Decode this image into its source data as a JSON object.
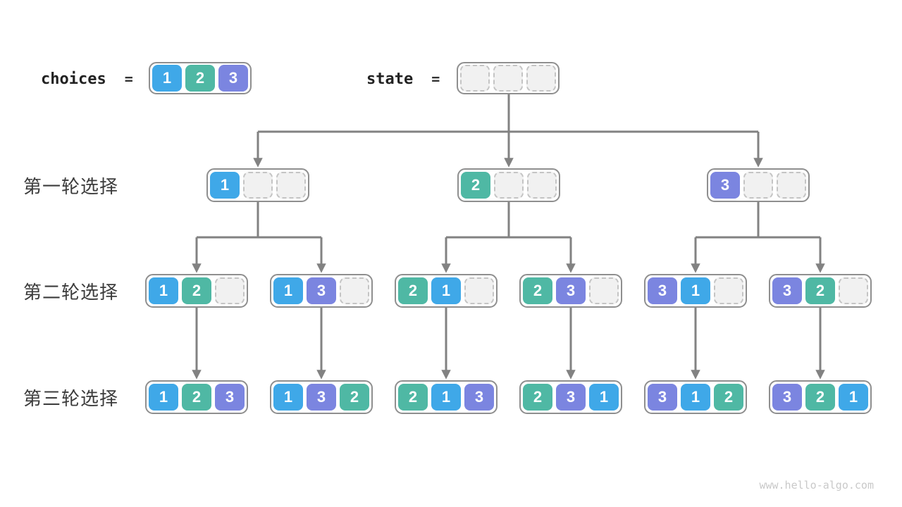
{
  "colors": {
    "1": "#3fa8e8",
    "2": "#4fb8a4",
    "3": "#7b85e0",
    "line": "#828282",
    "label_text": "#3c3c3c",
    "watermark_text": "#c9c9c9"
  },
  "header": {
    "choices_label": "choices",
    "equals": "=",
    "choices": [
      "1",
      "2",
      "3"
    ],
    "state_label": "state",
    "state": [
      "",
      "",
      ""
    ]
  },
  "rows": [
    {
      "label": "第一轮选择",
      "nodes": [
        [
          "1",
          "",
          ""
        ],
        [
          "2",
          "",
          ""
        ],
        [
          "3",
          "",
          ""
        ]
      ]
    },
    {
      "label": "第二轮选择",
      "nodes": [
        [
          "1",
          "2",
          ""
        ],
        [
          "1",
          "3",
          ""
        ],
        [
          "2",
          "1",
          ""
        ],
        [
          "2",
          "3",
          ""
        ],
        [
          "3",
          "1",
          ""
        ],
        [
          "3",
          "2",
          ""
        ]
      ]
    },
    {
      "label": "第三轮选择",
      "nodes": [
        [
          "1",
          "2",
          "3"
        ],
        [
          "1",
          "3",
          "2"
        ],
        [
          "2",
          "1",
          "3"
        ],
        [
          "2",
          "3",
          "1"
        ],
        [
          "3",
          "1",
          "2"
        ],
        [
          "3",
          "2",
          "1"
        ]
      ]
    }
  ],
  "footer": {
    "watermark": "www.hello-algo.com"
  }
}
